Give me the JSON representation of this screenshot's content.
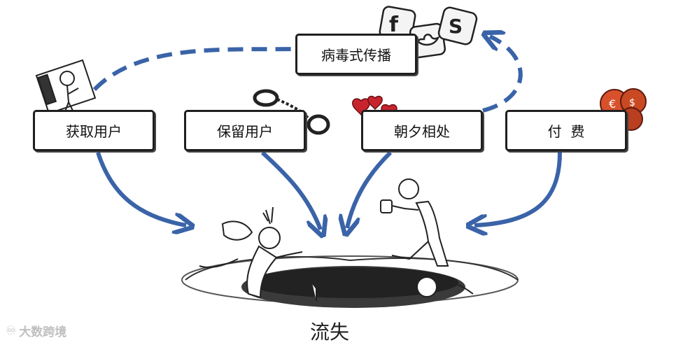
{
  "stages": {
    "acquire": "获取用户",
    "retain": "保留用户",
    "engage": "朝夕相处",
    "pay": "付  费",
    "viral": "病毒式传播"
  },
  "outcome": "流失",
  "watermark": "大数跨境",
  "social_icons": [
    "facebook-icon",
    "twitter-icon",
    "skype-icon"
  ],
  "colors": {
    "arrow": "#3a63a8",
    "box_border": "#1f1f1f"
  }
}
